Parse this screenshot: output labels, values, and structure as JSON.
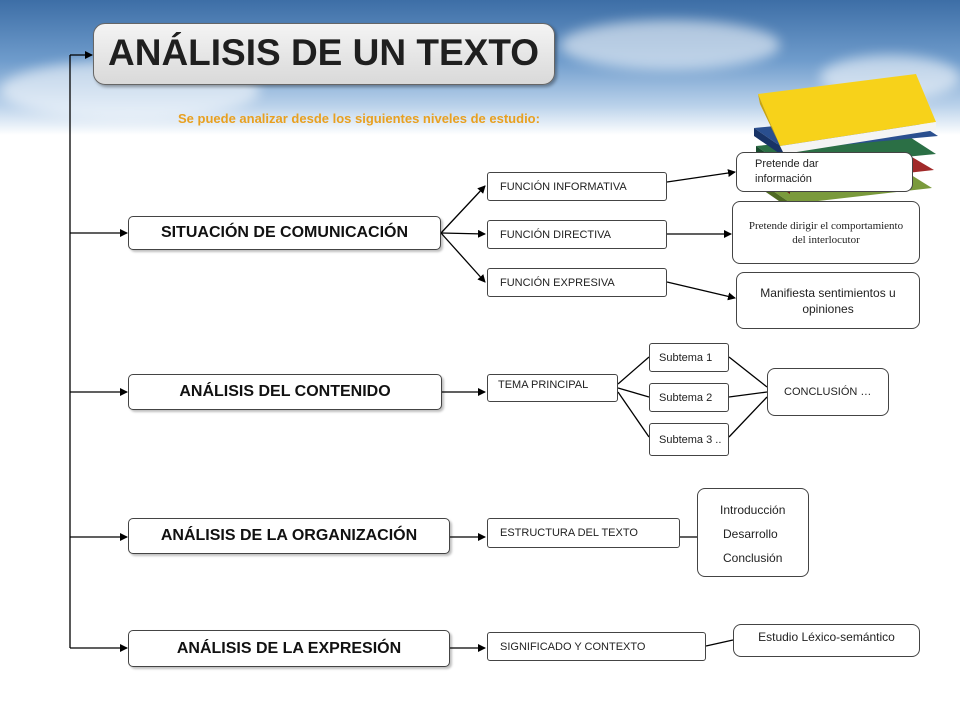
{
  "title": "ANÁLISIS DE UN TEXTO",
  "subtitle": "Se puede analizar desde los siguientes niveles de estudio:",
  "levels": {
    "comunicacion": {
      "label": "SITUACIÓN DE COMUNICACIÓN",
      "functions": [
        {
          "label": "FUNCIÓN  INFORMATIVA",
          "note": "Pretende dar información"
        },
        {
          "label": "FUNCIÓN  DIRECTIVA",
          "note": "Pretende dirigir  el comportamiento del interlocutor"
        },
        {
          "label": "FUNCIÓN  EXPRESIVA",
          "note": "Manifiesta sentimientos u opiniones"
        }
      ]
    },
    "contenido": {
      "label": "ANÁLISIS DEL CONTENIDO",
      "tema": "TEMA  PRINCIPAL",
      "subtemas": [
        "Subtema  1",
        "Subtema  2",
        "Subtema  3  .."
      ],
      "conclusion": "CONCLUSIÓN  …"
    },
    "organizacion": {
      "label": "ANÁLISIS DE LA ORGANIZACIÓN",
      "estructura": "ESTRUCTURA   DEL TEXTO",
      "partes": [
        "Introducción",
        "Desarrollo",
        "Conclusión"
      ]
    },
    "expresion": {
      "label": "ANÁLISIS DE LA EXPRESIÓN",
      "significado": "SIGNIFICADO  Y  CONTEXTO",
      "estudio": "Estudio Léxico-semántico"
    }
  },
  "colors": {
    "accent": "#e8a020",
    "line": "#000000"
  }
}
